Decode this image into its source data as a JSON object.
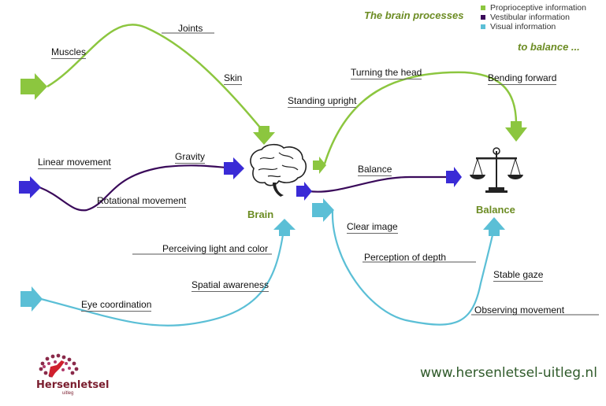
{
  "header": {
    "title_line1": "The brain processes",
    "title_line2": "to balance ..."
  },
  "legend": [
    {
      "label": "Proprioceptive information",
      "color": "#8cc63f"
    },
    {
      "label": "Vestibular information",
      "color": "#3a0a5a"
    },
    {
      "label": "Visual information",
      "color": "#5bbfd6"
    }
  ],
  "nodes": {
    "brain_label": "Brain",
    "balance_label": "Balance"
  },
  "labels": {
    "joints": "Joints",
    "muscles": "Muscles",
    "skin": "Skin",
    "turning_head": "Turning the head",
    "bending_forward": "Bending forward",
    "standing_upright": "Standing upright",
    "linear_movement": "Linear movement",
    "gravity": "Gravity",
    "rotational_movement": "Rotational movement",
    "balance_input": "Balance",
    "clear_image": "Clear image",
    "perceiving_light": "Perceiving light and color",
    "perception_depth": "Perception of depth",
    "stable_gaze": "Stable gaze",
    "spatial_awareness": "Spatial awareness",
    "eye_coordination": "Eye coordination",
    "observing_movement": "Observing movement"
  },
  "footer": {
    "logo_name": "Hersenletsel",
    "logo_sub": "uitleg",
    "website": "www.hersenletsel-uitleg.nl"
  },
  "colors": {
    "proprioceptive": "#8cc63f",
    "vestibular": "#3a0a5a",
    "visual": "#5bbfd6",
    "arrow_vestibular": "#3a2bd6",
    "title_green": "#6c8c23"
  }
}
